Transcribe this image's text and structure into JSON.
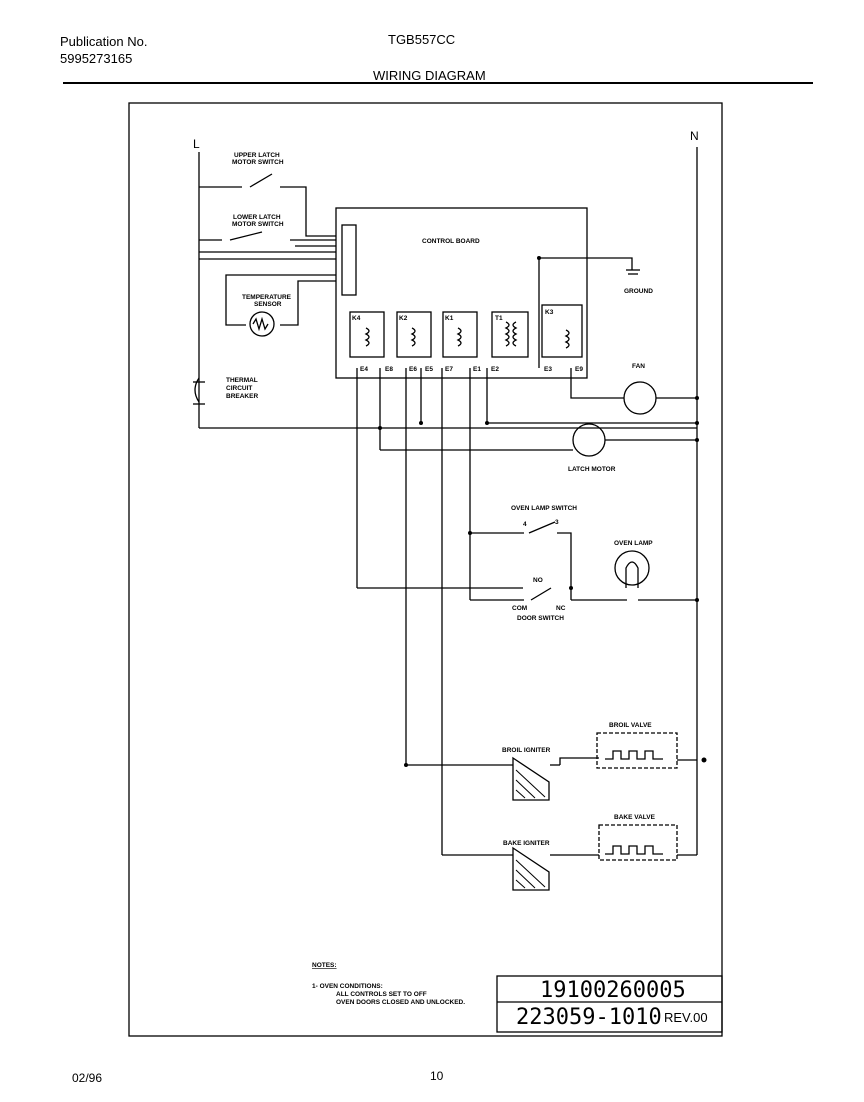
{
  "header": {
    "publication_label": "Publication No.",
    "publication_number": "5995273165",
    "model": "TGB557CC",
    "title": "WIRING DIAGRAM"
  },
  "footer": {
    "date": "02/96",
    "page": "10"
  },
  "diagram": {
    "line_label": "L",
    "neutral_label": "N",
    "control_board_label": "CONTROL BOARD",
    "ground_label": "GROUND",
    "upper_latch_switch_label": [
      "UPPER LATCH",
      "MOTOR SWITCH"
    ],
    "lower_latch_switch_label": [
      "LOWER LATCH",
      "MOTOR SWITCH"
    ],
    "sensor_label": [
      "TEMPERATURE",
      "SENSOR"
    ],
    "breaker_label": [
      "THERMAL",
      "CIRCUIT",
      "BREAKER"
    ],
    "fan_label": "FAN",
    "latch_motor_label": "LATCH MOTOR",
    "oven_lamp_switch_label": "OVEN LAMP SWITCH",
    "oven_lamp_label": "OVEN LAMP",
    "door_switch_label": "DOOR SWITCH",
    "broil_valve_label": "BROIL VALVE",
    "broil_igniter_label": "BROIL IGNITER",
    "bake_valve_label": "BAKE VALVE",
    "bake_igniter_label": "BAKE IGNITER",
    "relays": [
      "K4",
      "K2",
      "K1",
      "T1",
      "K3"
    ],
    "terminals": [
      "E4",
      "E8",
      "E6",
      "E5",
      "E7",
      "E1",
      "E2",
      "E3",
      "E9"
    ],
    "switch_pins": [
      "4",
      "3"
    ],
    "door_switch_pins": [
      "NO",
      "COM",
      "NC"
    ]
  },
  "notes": {
    "heading": "NOTES:",
    "line1": "1- OVEN CONDITIONS:",
    "line2": "ALL CONTROLS SET TO OFF",
    "line3": "OVEN DOORS CLOSED AND UNLOCKED."
  },
  "title_block": {
    "part_number": "19100260005",
    "drawing_number": "223059-1010",
    "revision": "REV.00"
  }
}
